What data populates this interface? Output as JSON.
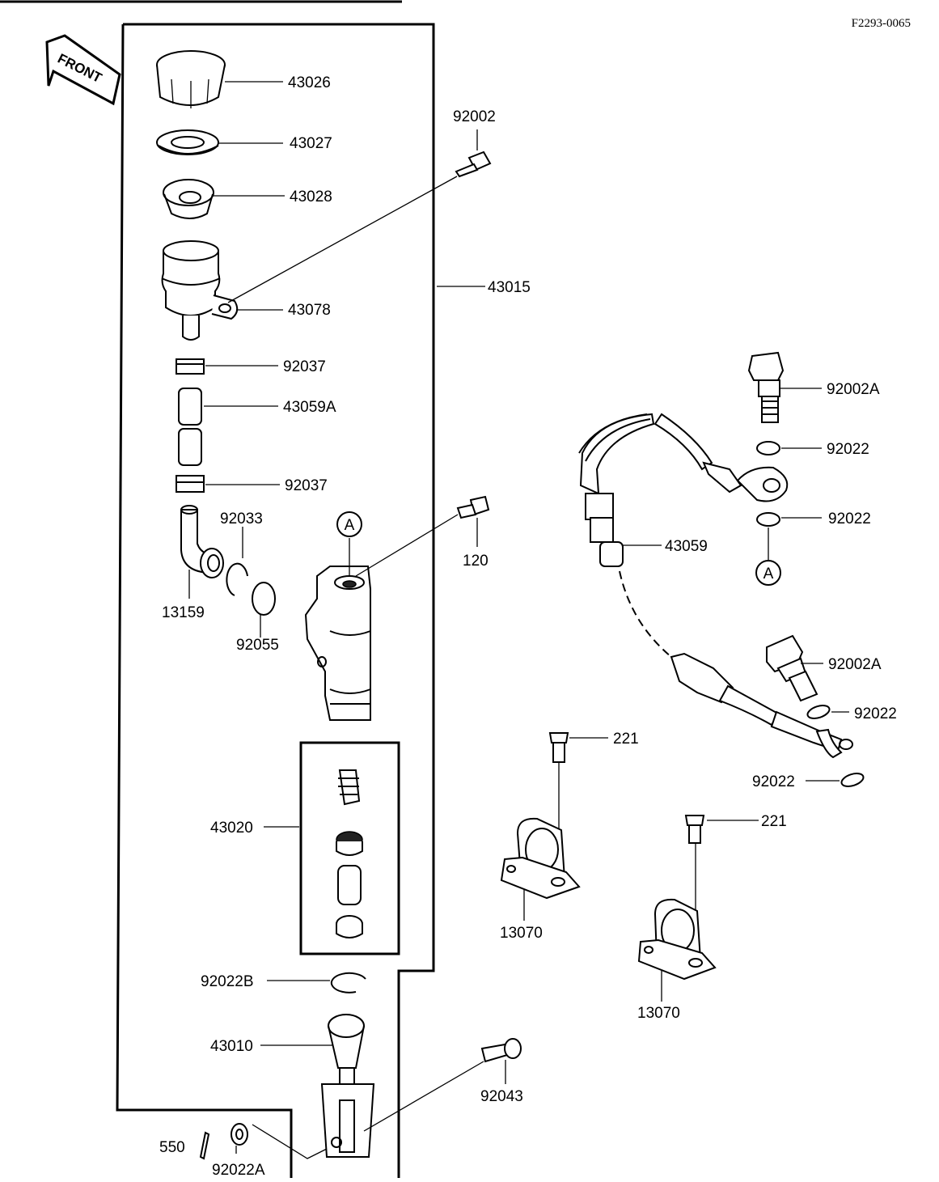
{
  "diagram": {
    "ref_code": "F2293-0065",
    "front_label": "FRONT",
    "labels": {
      "p43026": "43026",
      "p43027": "43027",
      "p43028": "43028",
      "p92002": "92002",
      "p43078": "43078",
      "p43015": "43015",
      "p92037a": "92037",
      "p43059A": "43059A",
      "p92037b": "92037",
      "p92033": "92033",
      "p13159": "13159",
      "p92055": "92055",
      "p120": "120",
      "markerA1": "A",
      "p92002Aa": "92002A",
      "p92022a": "92022",
      "p92022b": "92022",
      "p43059": "43059",
      "markerA2": "A",
      "p92002Ab": "92002A",
      "p92022c": "92022",
      "p221a": "221",
      "p92022d": "92022",
      "p221b": "221",
      "p43020": "43020",
      "p13070a": "13070",
      "p13070b": "13070",
      "p92022B": "92022B",
      "p43010": "43010",
      "p92043": "92043",
      "p550": "550",
      "p92022A": "92022A"
    }
  }
}
